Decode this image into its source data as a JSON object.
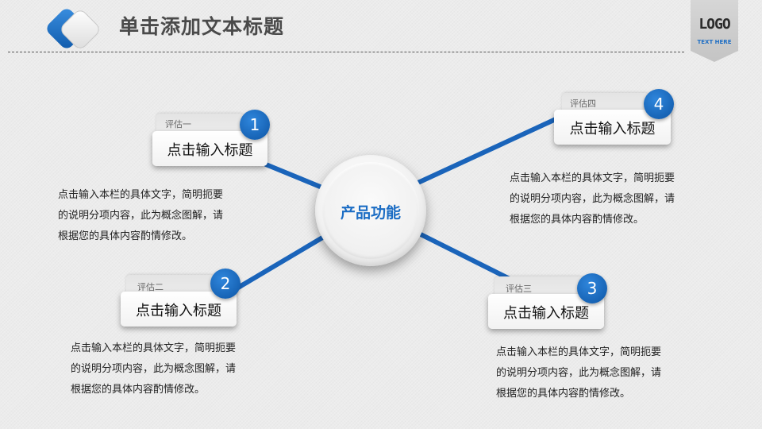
{
  "header": {
    "title": "单击添加文本标题"
  },
  "logo": {
    "main": "LOGO",
    "sub": "TEXT HERE"
  },
  "hub": {
    "label": "产品功能"
  },
  "branches": [
    {
      "number": "1",
      "tab": "评估一",
      "title": "点击输入标题",
      "lines": [
        "点击输入本栏的具体文字，简明扼要",
        "的说明分项内容，此为概念图解，请",
        "根据您的具体内容酌情修改。"
      ]
    },
    {
      "number": "2",
      "tab": "评估二",
      "title": "点击输入标题",
      "lines": [
        "点击输入本栏的具体文字，简明扼要",
        "的说明分项内容，此为概念图解，请",
        "根据您的具体内容酌情修改。"
      ]
    },
    {
      "number": "3",
      "tab": "评估三",
      "title": "点击输入标题",
      "lines": [
        "点击输入本栏的具体文字，简明扼要",
        "的说明分项内容，此为概念图解，请",
        "根据您的具体内容酌情修改。"
      ]
    },
    {
      "number": "4",
      "tab": "评估四",
      "title": "点击输入标题",
      "lines": [
        "点击输入本栏的具体文字，简明扼要",
        "的说明分项内容，此为概念图解，请",
        "根据您的具体内容酌情修改。"
      ]
    }
  ],
  "colors": {
    "accent": "#1c6dc4",
    "accent_dark": "#145fb0",
    "title_text": "#4a4a4a",
    "background": "#ececec"
  },
  "icons": {
    "title_mark": "rounded-diamond-icon",
    "branch_number": "number-circle-icon"
  }
}
